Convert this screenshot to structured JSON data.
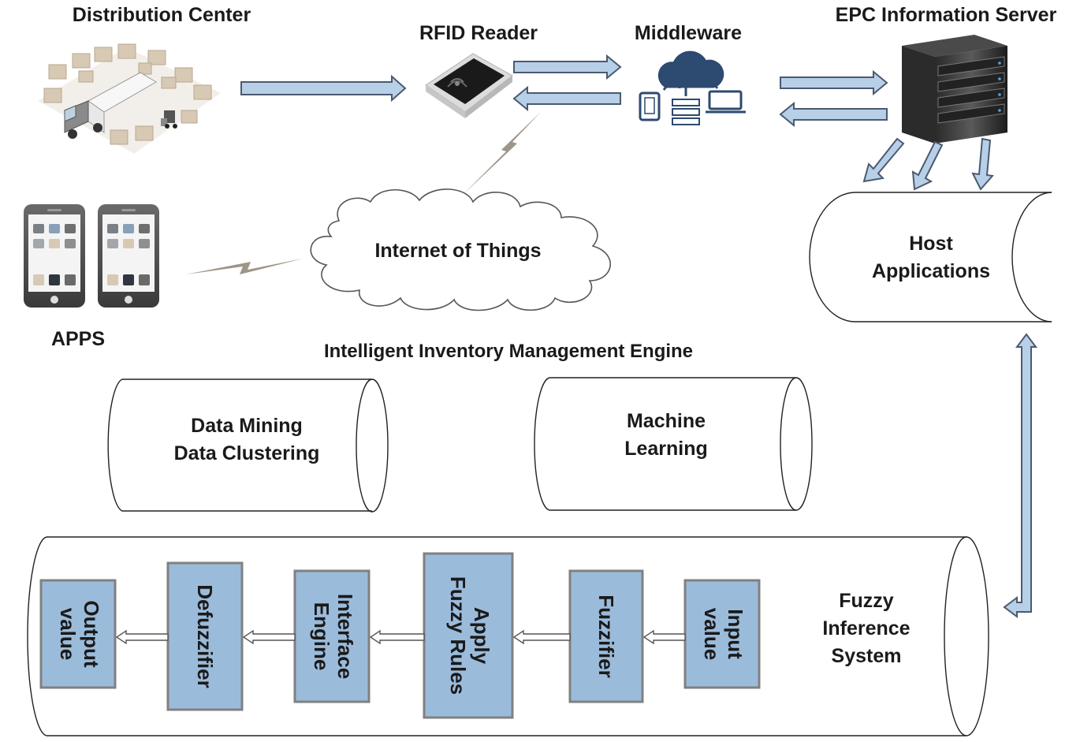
{
  "labels": {
    "distribution_center": "Distribution Center",
    "rfid_reader": "RFID Reader",
    "middleware": "Middleware",
    "epc_server": "EPC Information Server",
    "apps": "APPS",
    "iot": "Internet of Things",
    "host_app_line1": "Host",
    "host_app_line2": "Applications",
    "engine_title": "Intelligent Inventory Management Engine",
    "data_mining_line1": "Data Mining",
    "data_mining_line2": "Data Clustering",
    "machine_learning_line1": "Machine",
    "machine_learning_line2": "Learning",
    "fis_line1": "Fuzzy",
    "fis_line2": "Inference",
    "fis_line3": "System"
  },
  "fuzzy_steps": [
    {
      "line1": "Input",
      "line2": "value"
    },
    {
      "line1": "Fuzzifier",
      "line2": ""
    },
    {
      "line1": "Apply",
      "line2": "Fuzzy Rules"
    },
    {
      "line1": "Interface",
      "line2": "Engine"
    },
    {
      "line1": "Defuzzifier",
      "line2": ""
    },
    {
      "line1": "Output",
      "line2": "value"
    }
  ],
  "icons": {
    "warehouse": "warehouse-truck-icon",
    "rfid": "rfid-reader-icon",
    "middleware": "cloud-devices-icon",
    "server": "server-tower-icon",
    "phones": "smartphone-icon",
    "cloud": "cloud-icon"
  },
  "colors": {
    "box_fill": "#9bbbdb",
    "box_stroke": "#808080",
    "arrow_fill": "#b8cfe8",
    "arrow_stroke": "#4a5a70",
    "line": "#222222"
  }
}
